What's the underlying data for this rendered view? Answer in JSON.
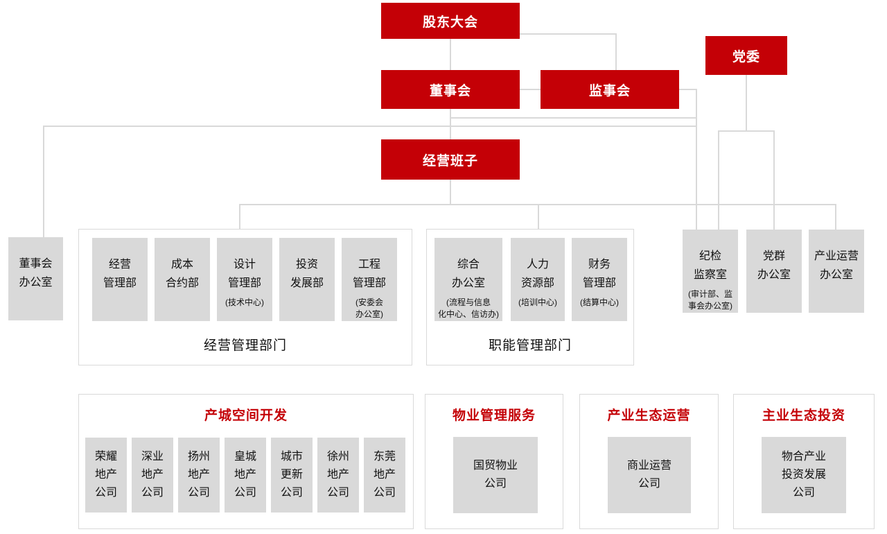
{
  "colors": {
    "accent_red": "#C40006",
    "box_gray": "#D9D9D9",
    "line_gray": "#D9D9D9",
    "text_black": "#111111",
    "text_white": "#FFFFFF"
  },
  "top_nodes": {
    "shareholders_meeting": "股东大会",
    "board_of_directors": "董事会",
    "supervisory_board": "监事会",
    "party_committee": "党委",
    "management_team": "经营班子"
  },
  "board_office": {
    "name": "董事会\n办公室",
    "sub": ""
  },
  "operations_group": {
    "label": "经营管理部门",
    "departments": [
      {
        "name": "经营\n管理部",
        "sub": ""
      },
      {
        "name": "成本\n合约部",
        "sub": ""
      },
      {
        "name": "设计\n管理部",
        "sub": "(技术中心)"
      },
      {
        "name": "投资\n发展部",
        "sub": ""
      },
      {
        "name": "工程\n管理部",
        "sub": "(安委会\n办公室)"
      }
    ]
  },
  "functional_group": {
    "label": "职能管理部门",
    "departments": [
      {
        "name": "综合\n办公室",
        "sub": "(流程与信息\n化中心、信访办)"
      },
      {
        "name": "人力\n资源部",
        "sub": "(培训中心)"
      },
      {
        "name": "财务\n管理部",
        "sub": "(结算中心)"
      }
    ]
  },
  "party_side_offices": [
    {
      "name": "纪检\n监察室",
      "sub": "(审计部、监\n事会办公室)"
    },
    {
      "name": "党群\n办公室",
      "sub": ""
    },
    {
      "name": "产业运营\n办公室",
      "sub": ""
    }
  ],
  "bottom_groups": [
    {
      "title": "产城空间开发",
      "companies": [
        "荣耀\n地产\n公司",
        "深业\n地产\n公司",
        "扬州\n地产\n公司",
        "皇城\n地产\n公司",
        "城市\n更新\n公司",
        "徐州\n地产\n公司",
        "东莞\n地产\n公司"
      ]
    },
    {
      "title": "物业管理服务",
      "companies": [
        "国贸物业\n公司"
      ]
    },
    {
      "title": "产业生态运营",
      "companies": [
        "商业运营\n公司"
      ]
    },
    {
      "title": "主业生态投资",
      "companies": [
        "物合产业\n投资发展\n公司"
      ]
    }
  ]
}
